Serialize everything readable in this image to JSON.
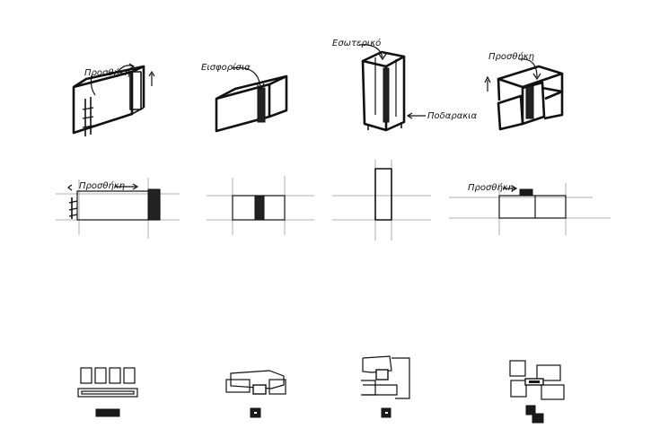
{
  "sketches": {
    "one": {
      "label": "Προσθήκη"
    },
    "two": {
      "label": "Εισφορίσια"
    },
    "three": {
      "label_top": "Εσωτερικό",
      "label_bottom": "Ποδαρακια"
    },
    "four": {
      "label": "Προσθήκη"
    }
  },
  "elevations": {
    "one": {
      "label": "Προσθήκη"
    },
    "four": {
      "label": "Προσθήκη"
    }
  },
  "colors": {
    "ink": "#111111",
    "guide": "#999999",
    "paper": "#ffffff"
  }
}
